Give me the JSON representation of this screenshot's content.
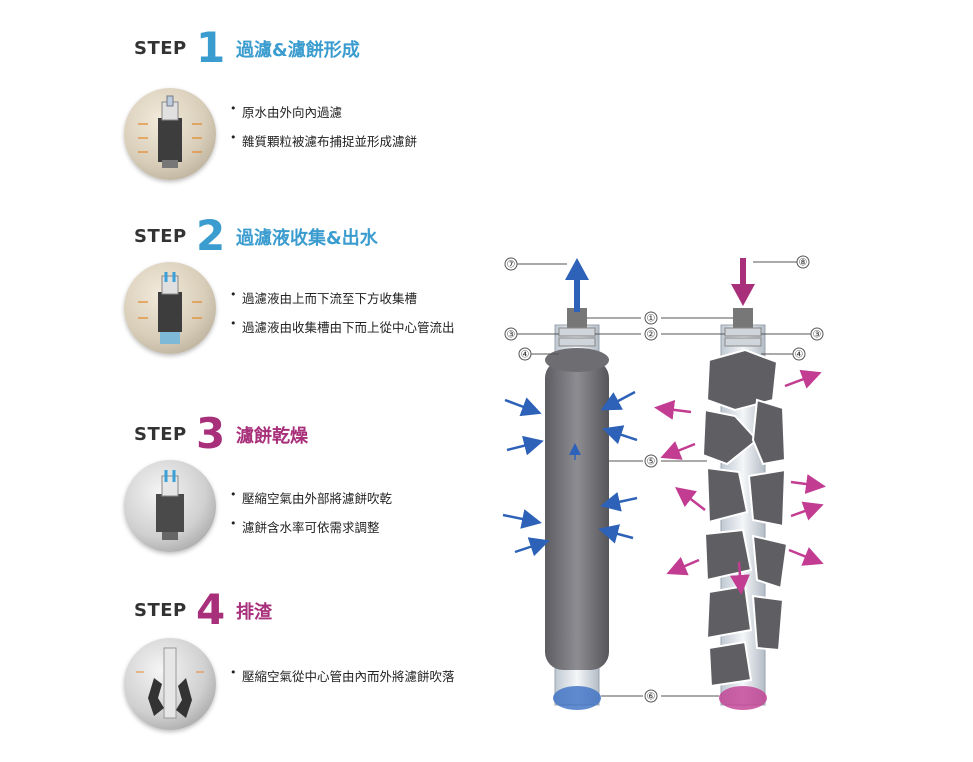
{
  "colors": {
    "blue": "#3a9ccf",
    "magenta": "#a8307a",
    "arrow_blue": "#2d62b8",
    "arrow_magenta": "#c23d92"
  },
  "steps": [
    {
      "word": "STEP",
      "num": "1",
      "title": "過濾&濾餅形成",
      "color": "#3a9ccf",
      "bullets": [
        "原水由外向內過濾",
        "雜質顆粒被濾布捕捉並形成濾餅"
      ]
    },
    {
      "word": "STEP",
      "num": "2",
      "title": "過濾液收集&出水",
      "color": "#3a9ccf",
      "bullets": [
        "過濾液由上而下流至下方收集槽",
        "過濾液由收集槽由下而上從中心管流出"
      ]
    },
    {
      "word": "STEP",
      "num": "3",
      "title": "濾餅乾燥",
      "color": "#a8307a",
      "bullets": [
        "壓縮空氣由外部將濾餅吹乾",
        "濾餅含水率可依需求調整"
      ]
    },
    {
      "word": "STEP",
      "num": "4",
      "title": "排渣",
      "color": "#a8307a",
      "bullets": [
        "壓縮空氣從中心管由內而外將濾餅吹落"
      ]
    }
  ],
  "diagram_labels": {
    "l1": "①",
    "l2": "②",
    "l3": "③",
    "l4": "④",
    "l5": "⑤",
    "l6": "⑥",
    "l7": "⑦",
    "l8": "⑧"
  }
}
